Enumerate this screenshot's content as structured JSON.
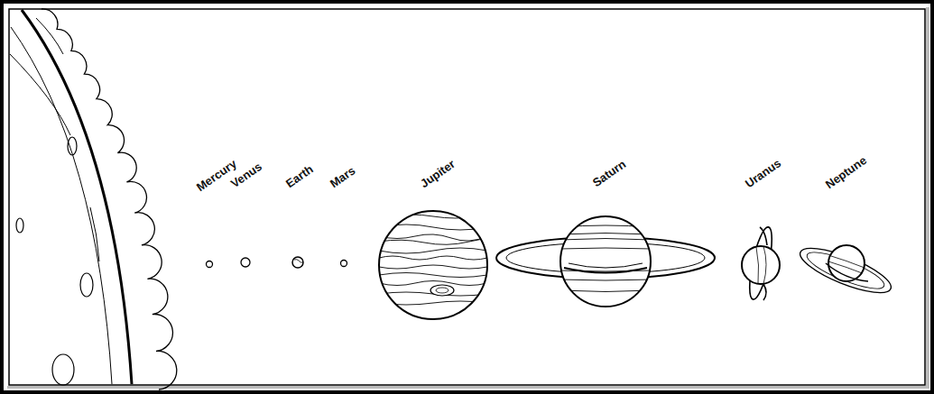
{
  "diagram": {
    "labels": [
      "Mercury",
      "Venus",
      "Earth",
      "Mars",
      "Jupiter",
      "Saturn",
      "Uranus",
      "Neptune"
    ]
  }
}
